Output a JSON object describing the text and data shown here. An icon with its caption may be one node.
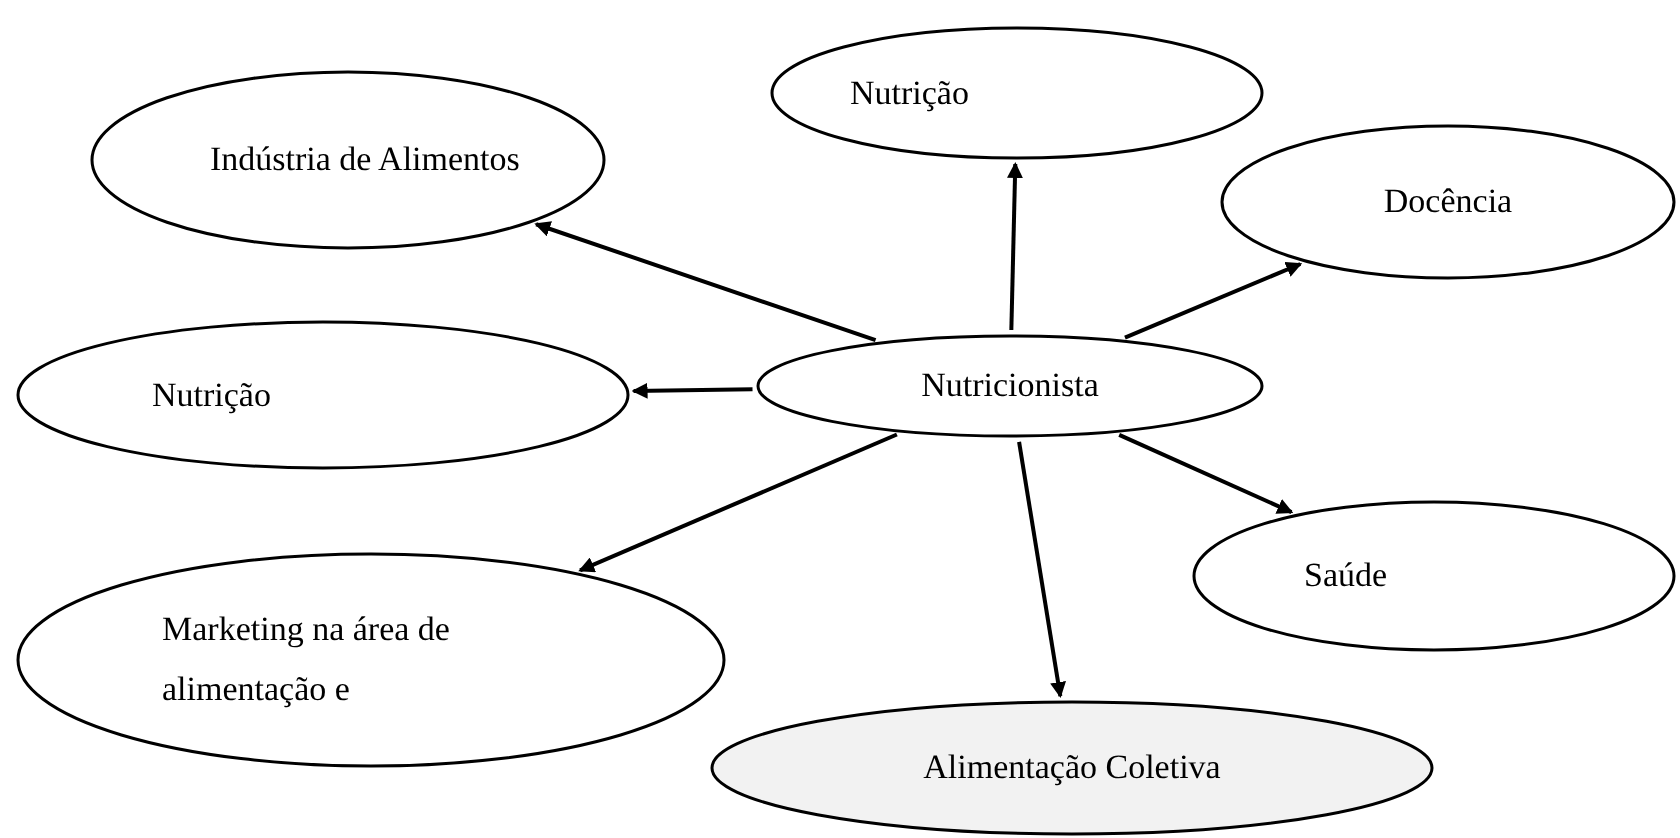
{
  "diagram": {
    "nodes": [
      {
        "text": [
          "Nutrição"
        ]
      },
      {
        "text": [
          "Indústria de Alimentos"
        ]
      },
      {
        "text": [
          "Docência"
        ]
      },
      {
        "text": [
          "Nutrição"
        ]
      },
      {
        "text": [
          "Nutricionista"
        ]
      },
      {
        "text": [
          "Saúde"
        ]
      },
      {
        "text": [
          "Marketing na área de alimentação e"
        ]
      },
      {
        "text": [
          "Alimentação Coletiva"
        ]
      }
    ],
    "edges": [
      {
        "from": 4,
        "to": 0,
        "arrow": "to"
      },
      {
        "from": 4,
        "to": 1,
        "arrow": "to"
      },
      {
        "from": 4,
        "to": 2,
        "arrow": "to"
      },
      {
        "from": 4,
        "to": 3,
        "arrow": "to"
      },
      {
        "from": 4,
        "to": 5,
        "arrow": "to"
      },
      {
        "from": 4,
        "to": 6,
        "arrow": "to"
      },
      {
        "from": 4,
        "to": 7,
        "arrow": "to"
      }
    ]
  }
}
